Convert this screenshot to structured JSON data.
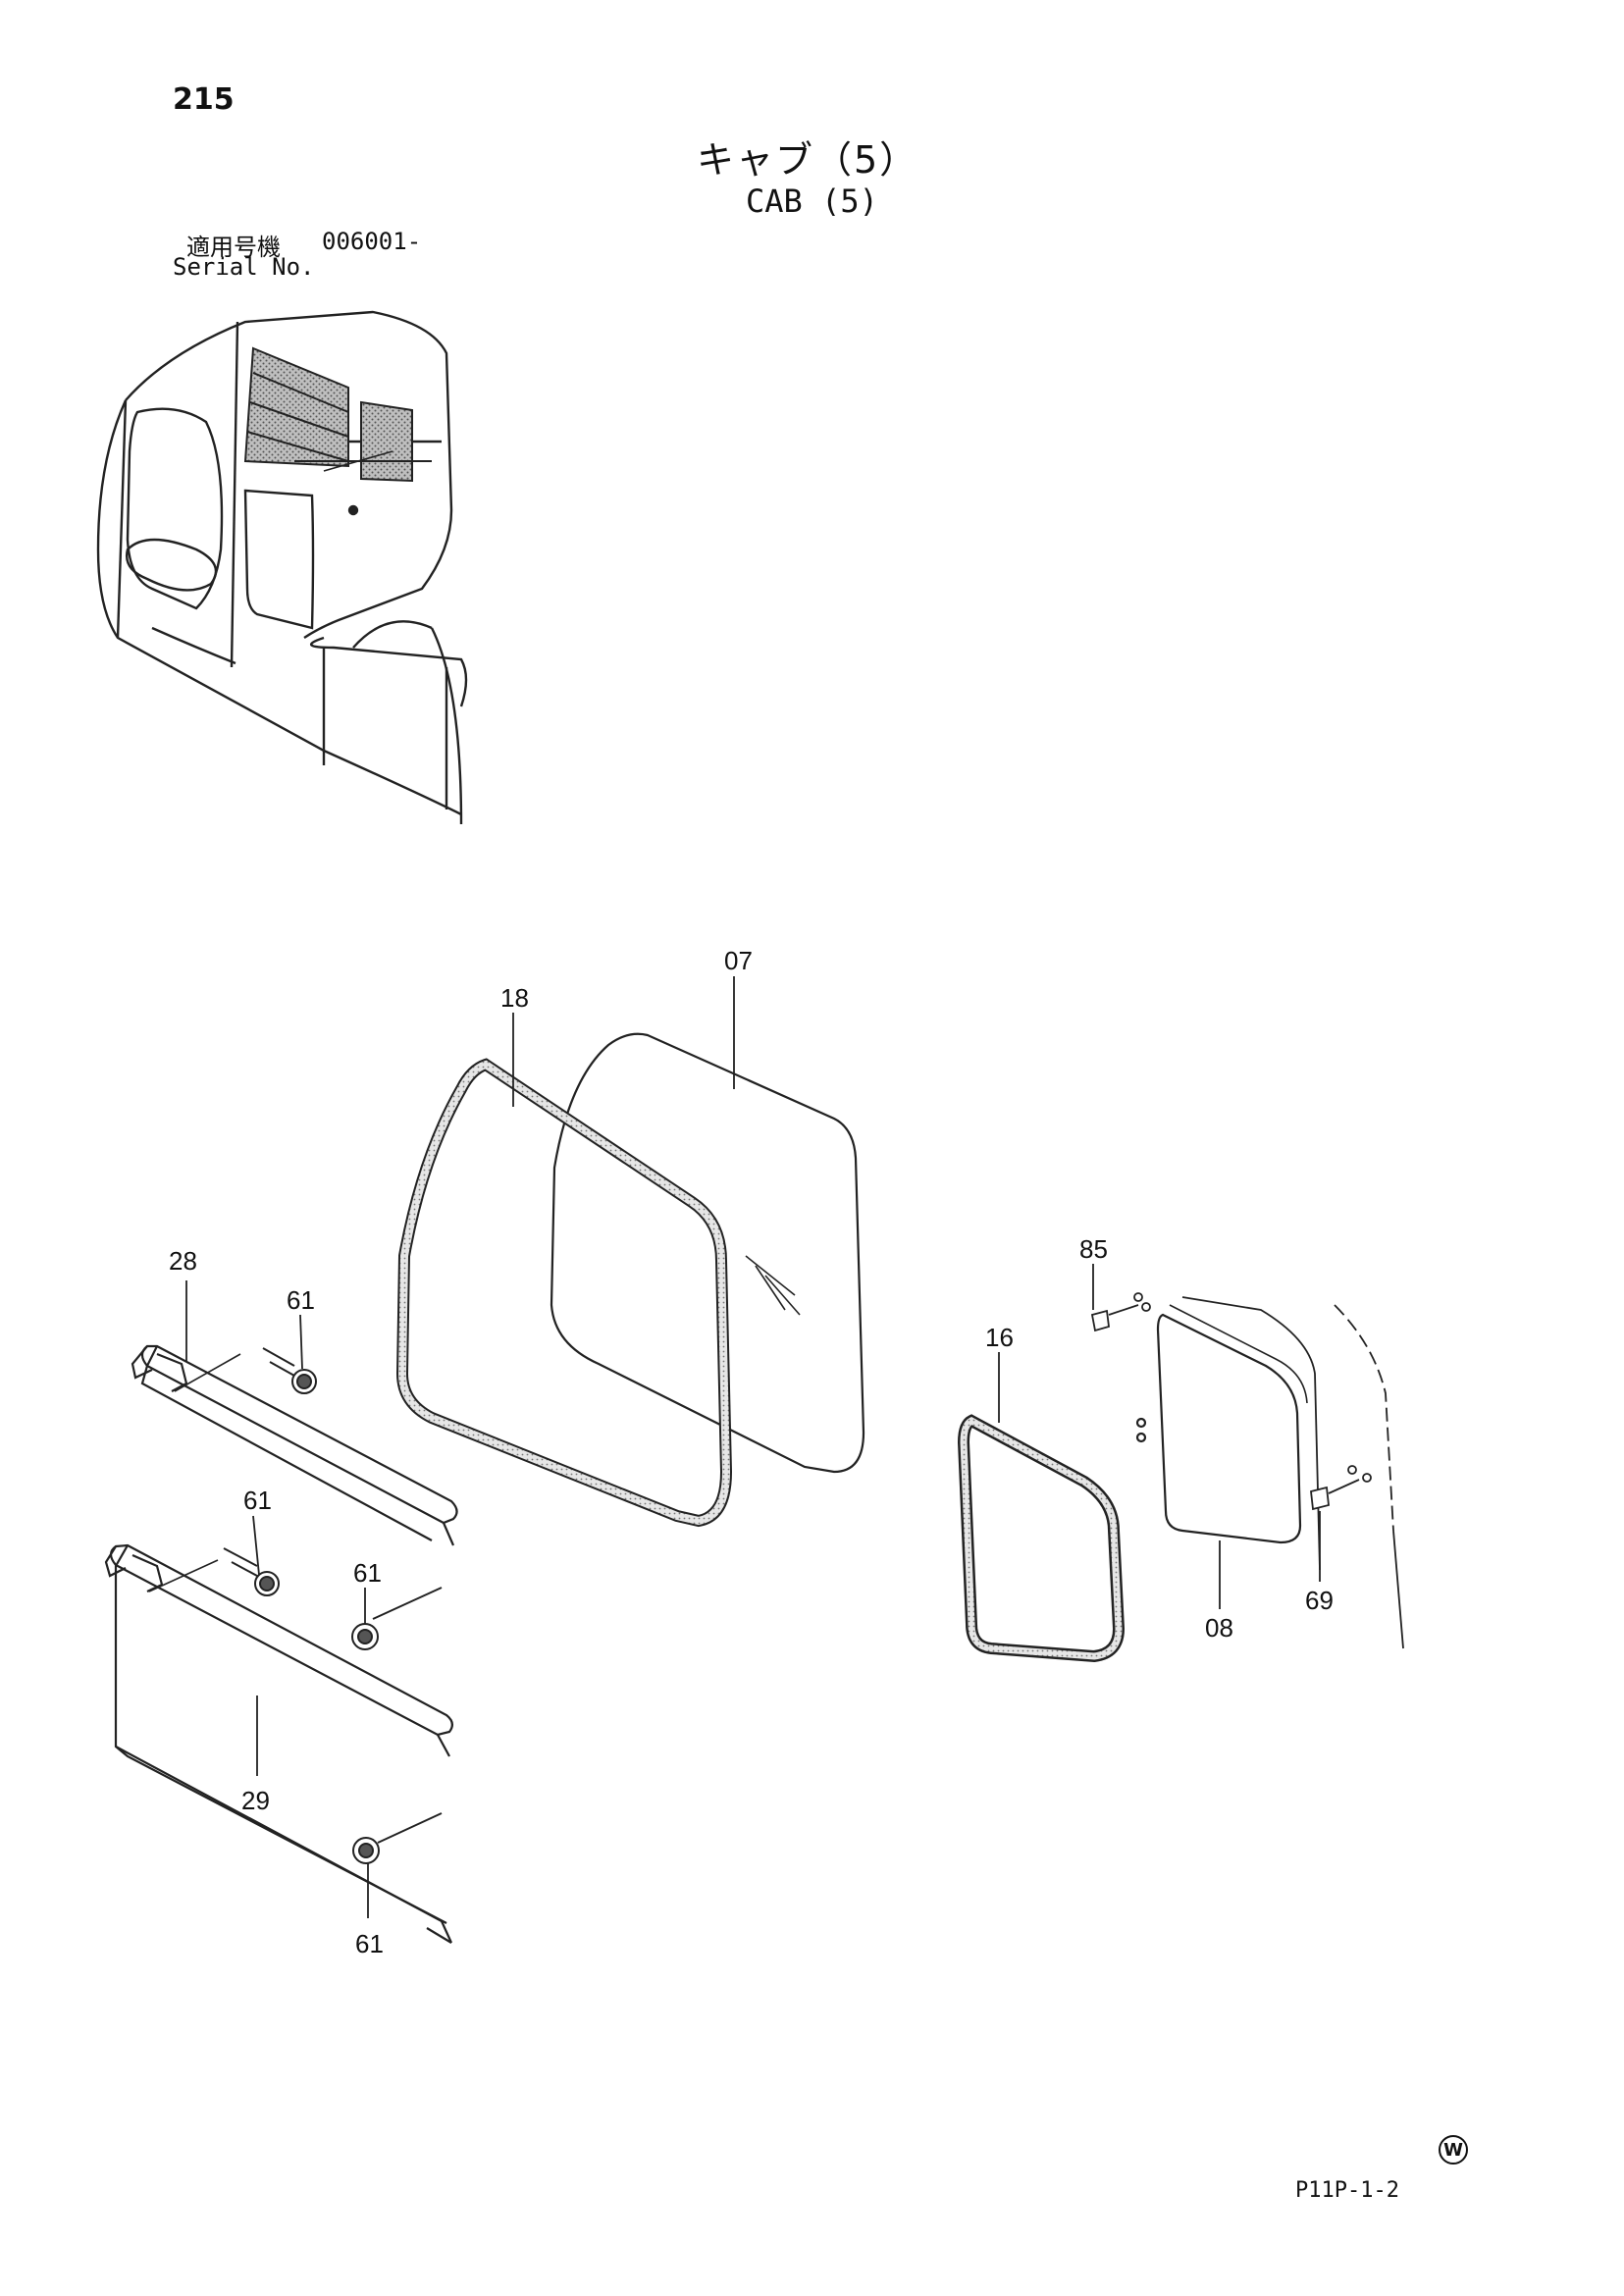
{
  "page_number": "215",
  "title_ja": "キャブ（5）",
  "title_en": "CAB (5)",
  "serial_label_ja": "適用号機",
  "serial_value": "006001-",
  "serial_label_en": "Serial No.",
  "doc_code": "P11P-1-2",
  "mark": "W",
  "parts": {
    "p07": "07",
    "p18": "18",
    "p28": "28",
    "p61a": "61",
    "p61b": "61",
    "p61c": "61",
    "p61d": "61",
    "p29": "29",
    "p85": "85",
    "p16": "16",
    "p08": "08",
    "p69": "69"
  }
}
